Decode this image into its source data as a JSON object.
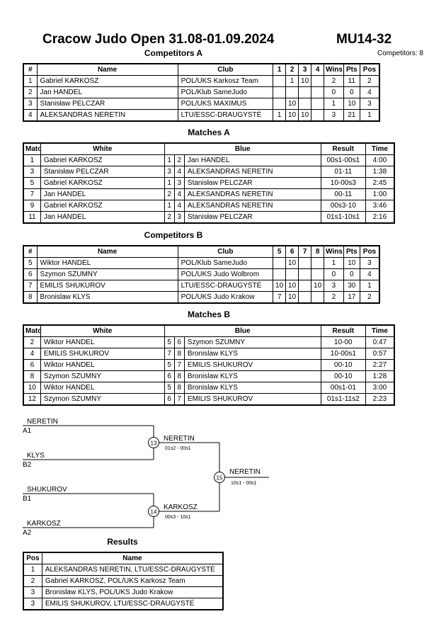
{
  "header": {
    "event": "Cracow Judo Open  31.08-01.09.2024",
    "category": "MU14-32",
    "competitors_count": "Competitors: 8"
  },
  "competitors_a": {
    "title": "Competitors A",
    "columns": [
      "#",
      "Name",
      "Club",
      "1",
      "2",
      "3",
      "4",
      "Wins",
      "Pts",
      "Pos"
    ],
    "rows": [
      [
        "1",
        "Gabriel KARKOSZ",
        "POL/UKS Karkosz Team",
        "",
        "1",
        "10",
        "",
        "2",
        "11",
        "2"
      ],
      [
        "2",
        "Jan HANDEL",
        "POL/Klub SameJudo",
        "",
        "",
        "",
        "",
        "0",
        "0",
        "4"
      ],
      [
        "3",
        "Stanisław PELCZAR",
        "POL/UKS MAXIMUS",
        "",
        "10",
        "",
        "",
        "1",
        "10",
        "3"
      ],
      [
        "4",
        "ALEKSANDRAS NERETIN",
        "LTU/ESSC-DRAUGYSTĖ",
        "1",
        "10",
        "10",
        "",
        "3",
        "21",
        "1"
      ]
    ]
  },
  "matches_a": {
    "title": "Matches A",
    "columns": [
      "Match",
      "White",
      "Blue",
      "Result",
      "Time"
    ],
    "rows": [
      [
        "1",
        "Gabriel KARKOSZ",
        "1",
        "2",
        "Jan HANDEL",
        "00s1-00s1",
        "4:00"
      ],
      [
        "3",
        "Stanisław PELCZAR",
        "3",
        "4",
        "ALEKSANDRAS NERETIN",
        "01-11",
        "1:38"
      ],
      [
        "5",
        "Gabriel KARKOSZ",
        "1",
        "3",
        "Stanisław PELCZAR",
        "10-00s3",
        "2:45"
      ],
      [
        "7",
        "Jan HANDEL",
        "2",
        "4",
        "ALEKSANDRAS NERETIN",
        "00-11",
        "1:00"
      ],
      [
        "9",
        "Gabriel KARKOSZ",
        "1",
        "4",
        "ALEKSANDRAS NERETIN",
        "00s3-10",
        "3:46"
      ],
      [
        "11",
        "Jan HANDEL",
        "2",
        "3",
        "Stanisław PELCZAR",
        "01s1-10s1",
        "2:16"
      ]
    ]
  },
  "competitors_b": {
    "title": "Competitors B",
    "columns": [
      "#",
      "Name",
      "Club",
      "5",
      "6",
      "7",
      "8",
      "Wins",
      "Pts",
      "Pos"
    ],
    "rows": [
      [
        "5",
        "Wiktor HANDEL",
        "POL/Klub SameJudo",
        "",
        "10",
        "",
        "",
        "1",
        "10",
        "3"
      ],
      [
        "6",
        "Szymon SZUMNY",
        "POL/UKS Judo Wolbrom",
        "",
        "",
        "",
        "",
        "0",
        "0",
        "4"
      ],
      [
        "7",
        "EMILIS SHUKUROV",
        "LTU/ESSC-DRAUGYSTĖ",
        "10",
        "10",
        "",
        "10",
        "3",
        "30",
        "1"
      ],
      [
        "8",
        "Bronislaw KLYS",
        "POL/UKS Judo Krakow",
        "7",
        "10",
        "",
        "",
        "2",
        "17",
        "2"
      ]
    ]
  },
  "matches_b": {
    "title": "Matches B",
    "columns": [
      "Match",
      "White",
      "Blue",
      "Result",
      "Time"
    ],
    "rows": [
      [
        "2",
        "Wiktor HANDEL",
        "5",
        "6",
        "Szymon SZUMNY",
        "10-00",
        "0:47"
      ],
      [
        "4",
        "EMILIS SHUKUROV",
        "7",
        "8",
        "Bronislaw KLYS",
        "10-00s1",
        "0:57"
      ],
      [
        "6",
        "Wiktor HANDEL",
        "5",
        "7",
        "EMILIS SHUKUROV",
        "00-10",
        "2:27"
      ],
      [
        "8",
        "Szymon SZUMNY",
        "6",
        "8",
        "Bronislaw KLYS",
        "00-10",
        "1:28"
      ],
      [
        "10",
        "Wiktor HANDEL",
        "5",
        "8",
        "Bronislaw KLYS",
        "00s1-01",
        "3:00"
      ],
      [
        "12",
        "Szymon SZUMNY",
        "6",
        "7",
        "EMILIS SHUKUROV",
        "01s1-11s2",
        "2:23"
      ]
    ]
  },
  "bracket": {
    "semi1": {
      "top_name": "NERETIN",
      "top_seed": "A1",
      "bottom_name": "KLYS",
      "bottom_seed": "B2",
      "match": "13",
      "winner": "NERETIN",
      "score": "01s2 - 00s1"
    },
    "semi2": {
      "top_name": "SHUKUROV",
      "top_seed": "B1",
      "bottom_name": "KARKOSZ",
      "bottom_seed": "A2",
      "match": "14",
      "winner": "KARKOSZ",
      "score": "00s3 - 10s1"
    },
    "final": {
      "match": "15",
      "winner": "NERETIN",
      "score": "10s1 - 00s1"
    }
  },
  "results": {
    "title": "Results",
    "columns": [
      "Pos",
      "Name"
    ],
    "rows": [
      [
        "1",
        "ALEKSANDRAS NERETIN, LTU/ESSC-DRAUGYSTĖ"
      ],
      [
        "2",
        "Gabriel KARKOSZ, POL/UKS Karkosz Team"
      ],
      [
        "3",
        "Bronislaw KLYS, POL/UKS Judo Krakow"
      ],
      [
        "3",
        "EMILIS SHUKUROV, LTU/ESSC-DRAUGYSTĖ"
      ]
    ]
  }
}
